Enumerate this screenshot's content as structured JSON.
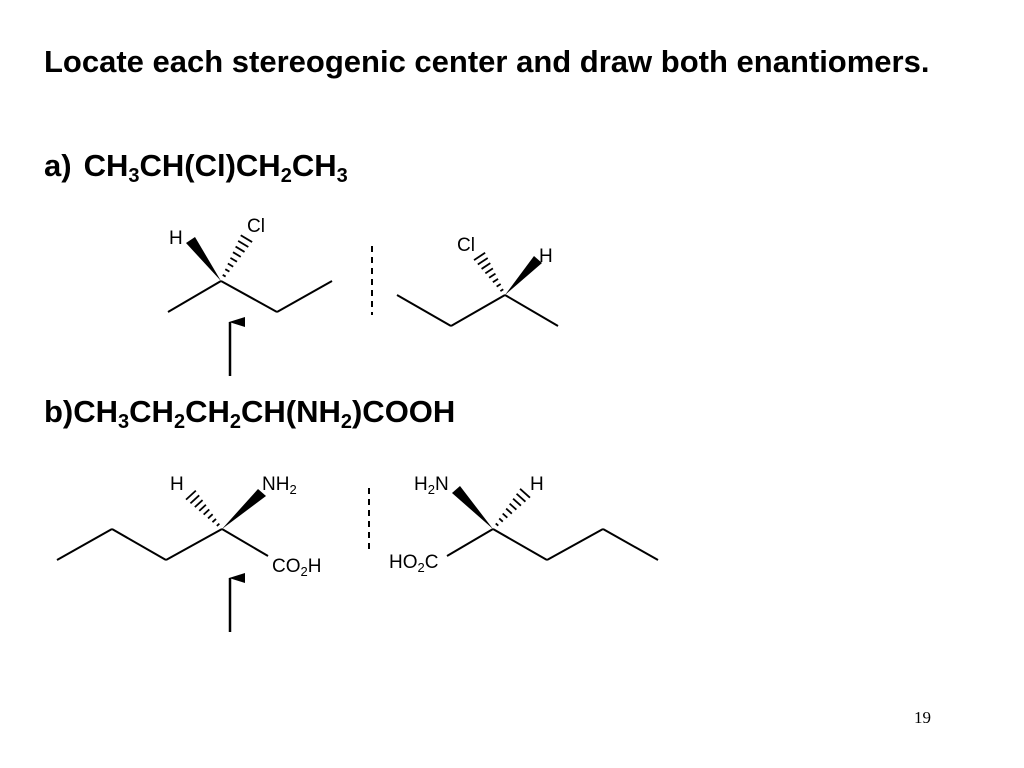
{
  "slide": {
    "title": "Locate each stereogenic center and draw both enantiomers.",
    "page_number": "19"
  },
  "part_a": {
    "label": "a)",
    "formula": [
      {
        "t": "CH"
      },
      {
        "s": "3"
      },
      {
        "t": "CH(Cl)CH"
      },
      {
        "s": "2"
      },
      {
        "t": "CH"
      },
      {
        "s": "3"
      }
    ],
    "left": {
      "h": "H",
      "cl": "Cl"
    },
    "right": {
      "h": "H",
      "cl": "Cl"
    }
  },
  "part_b": {
    "label": "b)",
    "formula": [
      {
        "t": "CH"
      },
      {
        "s": "3"
      },
      {
        "t": "CH"
      },
      {
        "s": "2"
      },
      {
        "t": "CH"
      },
      {
        "s": "2"
      },
      {
        "t": "CH(NH"
      },
      {
        "s": "2"
      },
      {
        "t": ")COOH"
      }
    ],
    "left": {
      "h": "H",
      "nh2_main": "NH",
      "nh2_sub": "2",
      "co2h_a": "CO",
      "co2h_sub": "2",
      "co2h_b": "H"
    },
    "right": {
      "h": "H",
      "h2n_a": "H",
      "h2n_sub": "2",
      "h2n_b": "N",
      "ho2c_a": "HO",
      "ho2c_sub": "2",
      "ho2c_b": "C"
    }
  }
}
